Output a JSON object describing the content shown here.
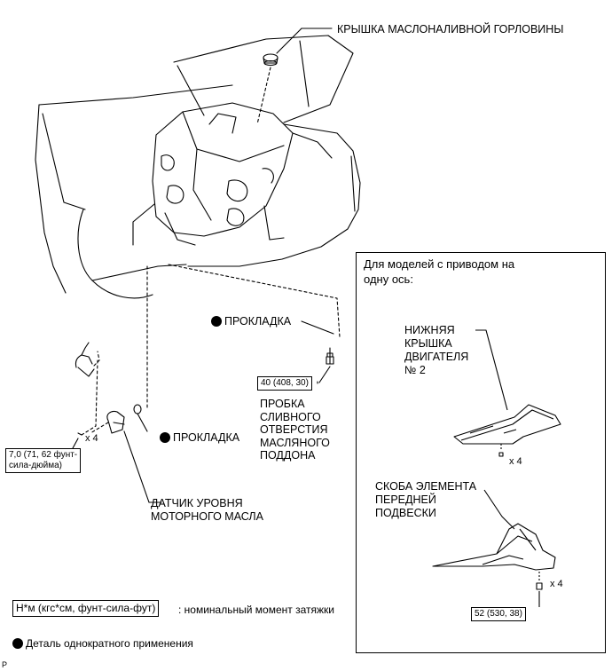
{
  "labels": {
    "oil_cap": "КРЫШКА МАСЛОНАЛИВНОЙ ГОРЛОВИНЫ",
    "gasket_top": "ПРОКЛАДКА",
    "gasket_left": "ПРОКЛАДКА",
    "drain_plug": [
      "ПРОБКА",
      "СЛИВНОГО",
      "ОТВЕРСТИЯ",
      "МАСЛЯНОГО",
      "ПОДДОНА"
    ],
    "sensor": [
      "ДАТЧИК УРОВНЯ",
      "МОТОРНОГО МАСЛА"
    ]
  },
  "torque": {
    "drain": "40 (408, 30)",
    "sensor": [
      "7,0 (71, 62 фунт-",
      "сила-дюйма)"
    ],
    "bracket": "52 (530, 38)"
  },
  "multipliers": {
    "sensor": "x 4",
    "undercover": "x 4",
    "bracket": "x 4"
  },
  "inset": {
    "title": [
      "Для моделей с приводом на",
      "одну ось:"
    ],
    "undercover": [
      "НИЖНЯЯ",
      "КРЫШКА",
      "ДВИГАТЕЛЯ",
      "№ 2"
    ],
    "bracket": [
      "СКОБА ЭЛЕМЕНТА",
      "ПЕРЕДНЕЙ",
      "ПОДВЕСКИ"
    ]
  },
  "legend": {
    "unit_box": "Н*м (кгс*см, фунт-сила-фут)",
    "unit_desc": ": номинальный момент затяжки",
    "single_use": "Деталь однократного применения"
  },
  "corner_mark": "P"
}
